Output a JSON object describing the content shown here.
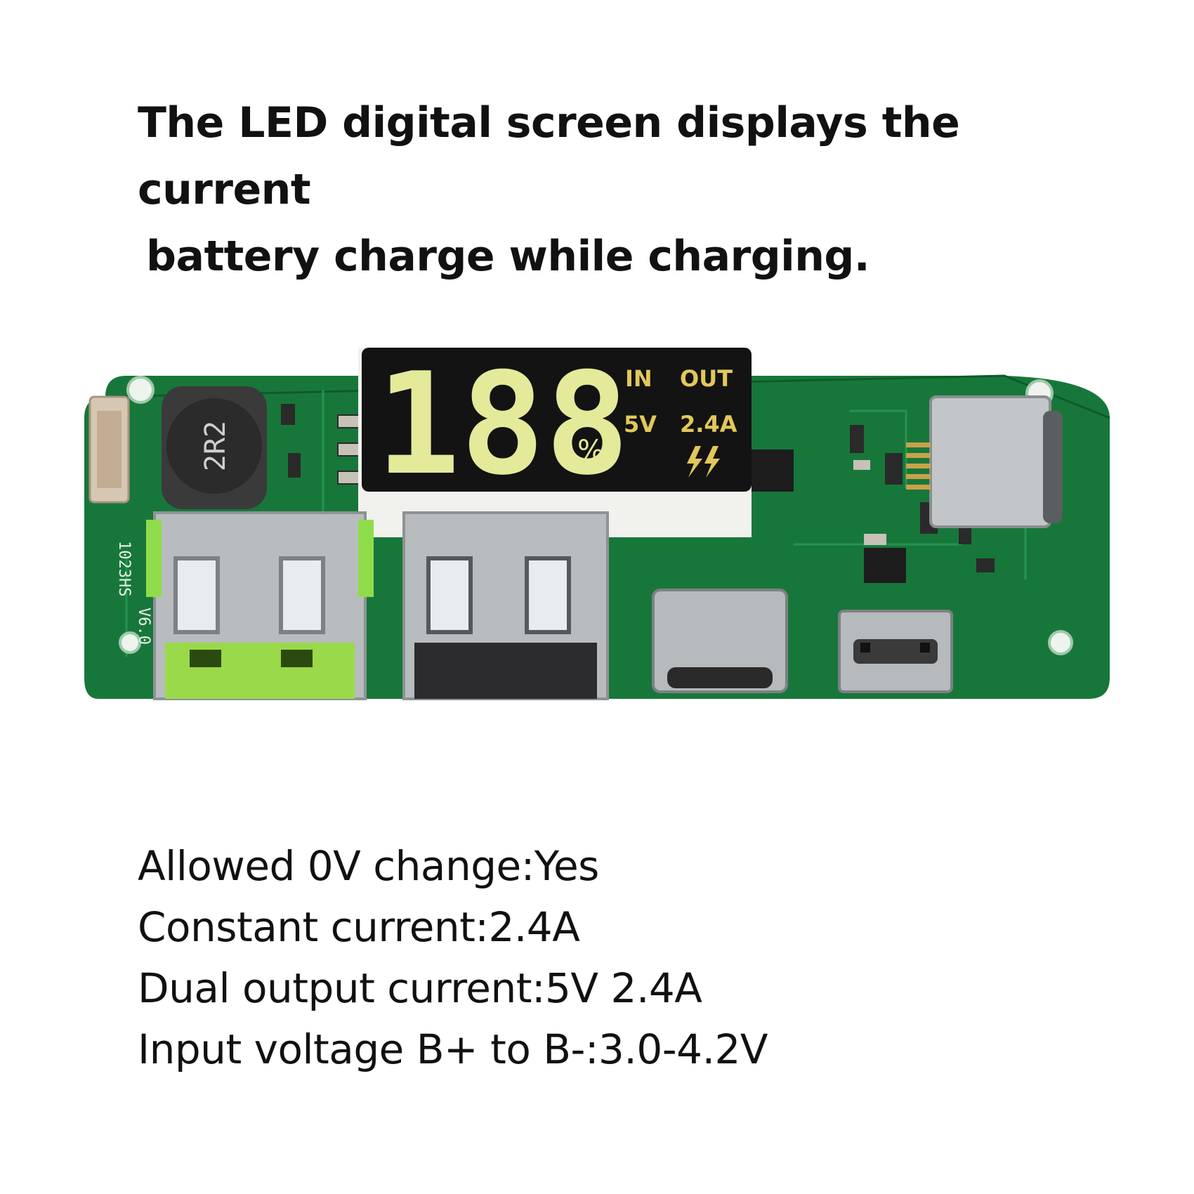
{
  "headline": {
    "line1": "The LED digital screen displays the current",
    "line2": "battery charge while charging."
  },
  "specs": [
    "Allowed 0V change:Yes",
    "Constant current:2.4A",
    "Dual output current:5V 2.4A",
    "Input voltage B+ to B-:3.0-4.2V"
  ],
  "board": {
    "display": {
      "digits": "188",
      "percent": "%",
      "in_label": "IN",
      "out_label": "OUT",
      "voltage": "5V",
      "current": "2.4A",
      "segment_color": "#e4ea9a",
      "label_color": "#e2c85a"
    },
    "inductor_label": "2R2",
    "silkscreen_version": "V6.0",
    "silkscreen_code": "1023HS",
    "pcb_color": "#1a7a3a"
  }
}
